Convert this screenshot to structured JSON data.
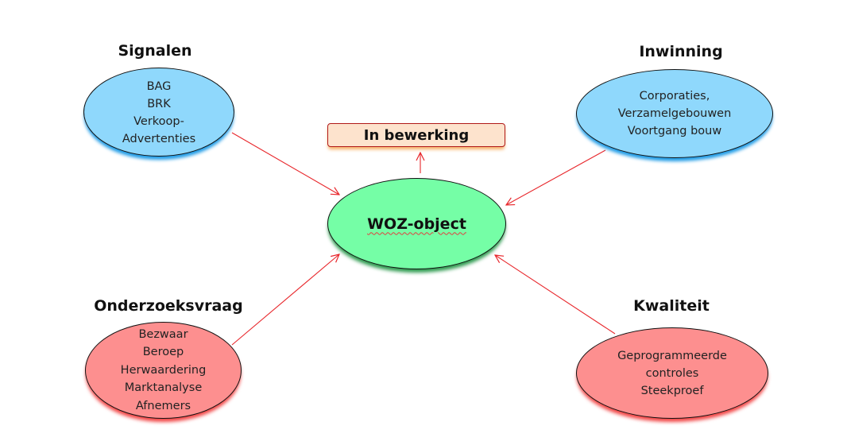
{
  "center": {
    "label": "WOZ-object"
  },
  "status": {
    "label": "In bewerking"
  },
  "colors": {
    "blue_fill": "#8fd8fc",
    "red_fill": "#fd8f8f",
    "green_fill": "#75fea6",
    "status_fill": "#fde3cd",
    "arrow": "#e8262b"
  },
  "nodes": [
    {
      "title": "Signalen",
      "items": [
        "BAG",
        "BRK",
        "Verkoop-",
        "Advertenties"
      ]
    },
    {
      "title": "Inwinning",
      "items": [
        "Corporaties,",
        "Verzamelgebouwen",
        "Voortgang bouw"
      ]
    },
    {
      "title": "Onderzoeksvraag",
      "items": [
        "Bezwaar",
        "Beroep",
        "Herwaardering",
        "Marktanalyse",
        "Afnemers"
      ]
    },
    {
      "title": "Kwaliteit",
      "items": [
        "Geprogrammeerde",
        "controles",
        "Steekproef"
      ]
    }
  ],
  "edges": [
    {
      "from": "Signalen",
      "to": "WOZ-object"
    },
    {
      "from": "Inwinning",
      "to": "WOZ-object"
    },
    {
      "from": "Onderzoeksvraag",
      "to": "WOZ-object"
    },
    {
      "from": "Kwaliteit",
      "to": "WOZ-object"
    },
    {
      "from": "WOZ-object",
      "to": "In bewerking"
    }
  ]
}
